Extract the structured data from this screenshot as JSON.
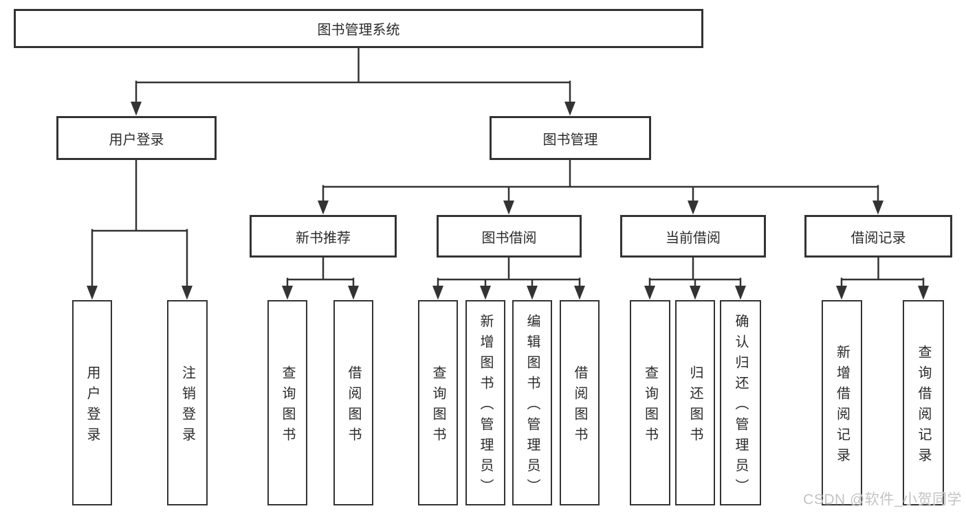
{
  "diagram": {
    "root_label": "图书管理系统",
    "level2": {
      "user_login": "用户登录",
      "book_management": "图书管理"
    },
    "level3": {
      "new_book_recommend": "新书推荐",
      "book_borrowing": "图书借阅",
      "current_borrowing": "当前借阅",
      "borrowing_records": "借阅记录"
    },
    "leaves": {
      "user_login": "用户登录",
      "logout": "注销登录",
      "recommend_query_books": "查询图书",
      "recommend_borrow_books": "借阅图书",
      "borrowing_query_books": "查询图书",
      "borrowing_add_books_admin": "新增图书（管理员）",
      "borrowing_edit_books_admin": "编辑图书（管理员）",
      "borrowing_borrow_books": "借阅图书",
      "current_query_books": "查询图书",
      "current_return_books": "归还图书",
      "current_confirm_return_admin": "确认归还（管理员）",
      "records_add_record": "新增借阅记录",
      "records_query_record": "查询借阅记录"
    }
  },
  "watermark": "CSDN @软件_小贺同学",
  "colors": {
    "line": "#333333",
    "box_border": "#333333",
    "text": "#2b2b2b",
    "background": "#ffffff",
    "watermark": "#c3c3c3"
  }
}
